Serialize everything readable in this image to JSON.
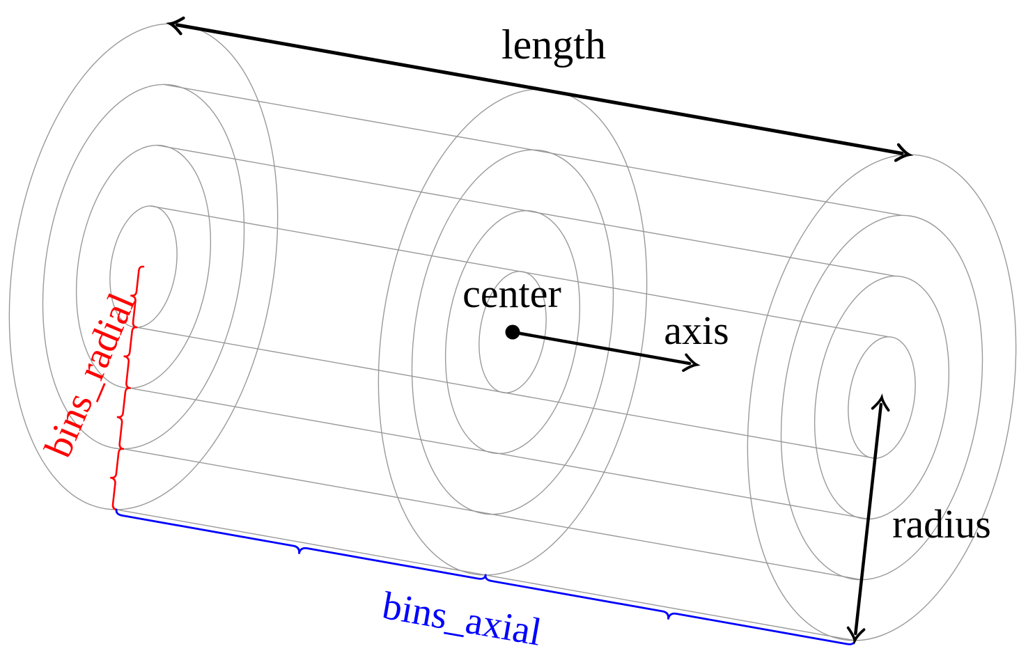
{
  "figure": {
    "type": "cylinder-binning-diagram",
    "labels": {
      "length": "length",
      "center": "center",
      "axis": "axis",
      "radius": "radius",
      "bins_radial": "bins_radial",
      "bins_axial": "bins_axial"
    },
    "colors": {
      "outline": "#000000",
      "wireframe": "#999999",
      "radial_annotation": "#ff0000",
      "axial_annotation": "#0000ff",
      "background": "#ffffff"
    },
    "structure": {
      "bins_radial": 4,
      "bins_axial": 2,
      "cross_sections": 3,
      "rings_equally_spaced": true
    }
  }
}
